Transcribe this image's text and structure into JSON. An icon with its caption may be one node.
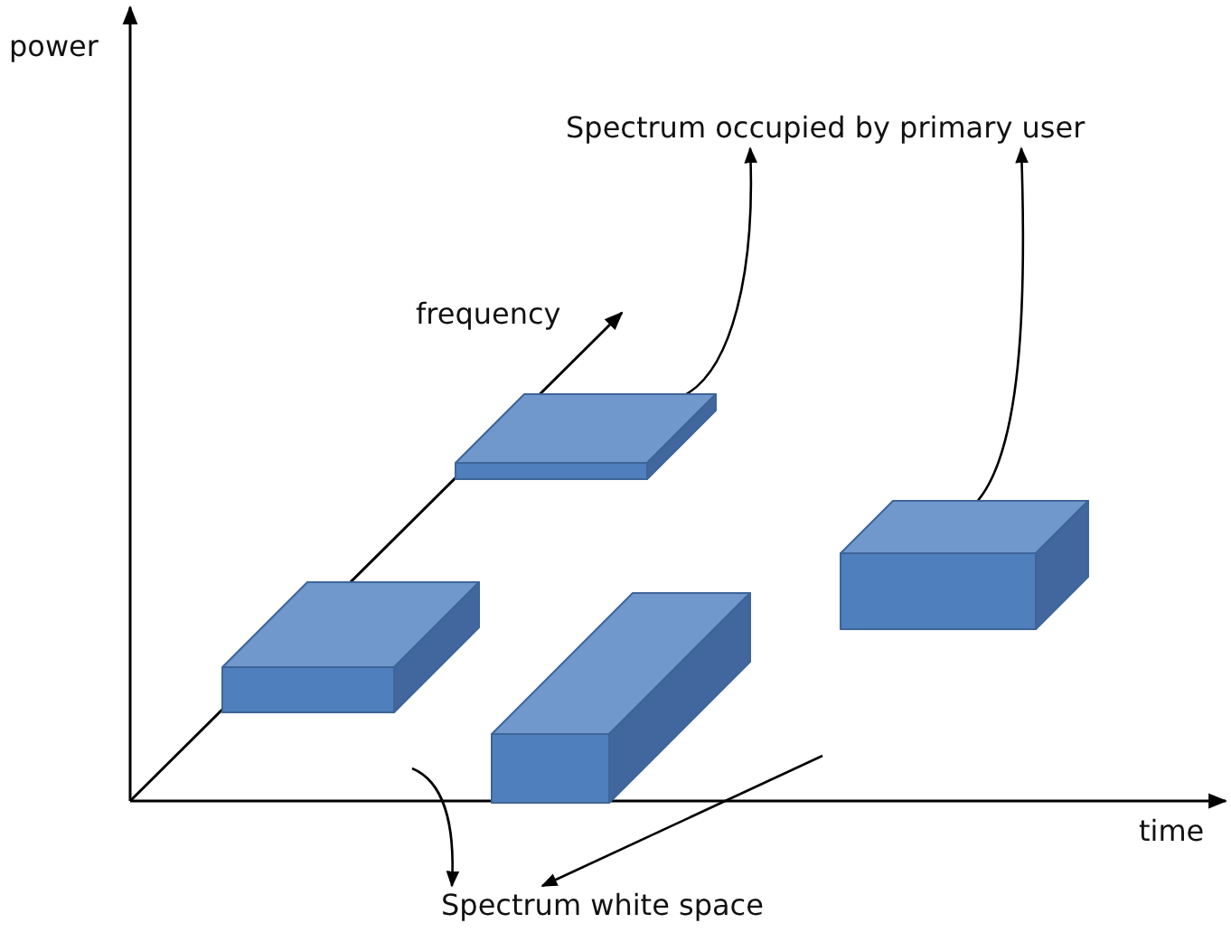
{
  "diagram": {
    "nodes": [
      {
        "text": [
          "Spectrum occupied by primary user"
        ]
      },
      {
        "text": [],
        "shape": "box"
      },
      {
        "text": [],
        "shape": "box"
      },
      {
        "text": [],
        "shape": "box"
      },
      {
        "text": [],
        "shape": "box"
      },
      {
        "text": [
          "Spectrum white space"
        ]
      }
    ],
    "edges": [
      {
        "from": 2,
        "to": 0,
        "arrow": "to"
      },
      {
        "from": 4,
        "to": 0,
        "arrow": "to"
      },
      {
        "from": null,
        "to": 5,
        "arrow": "to"
      },
      {
        "from": null,
        "to": 5,
        "arrow": "to"
      }
    ],
    "labels": [
      "power",
      "frequency",
      "time"
    ]
  }
}
